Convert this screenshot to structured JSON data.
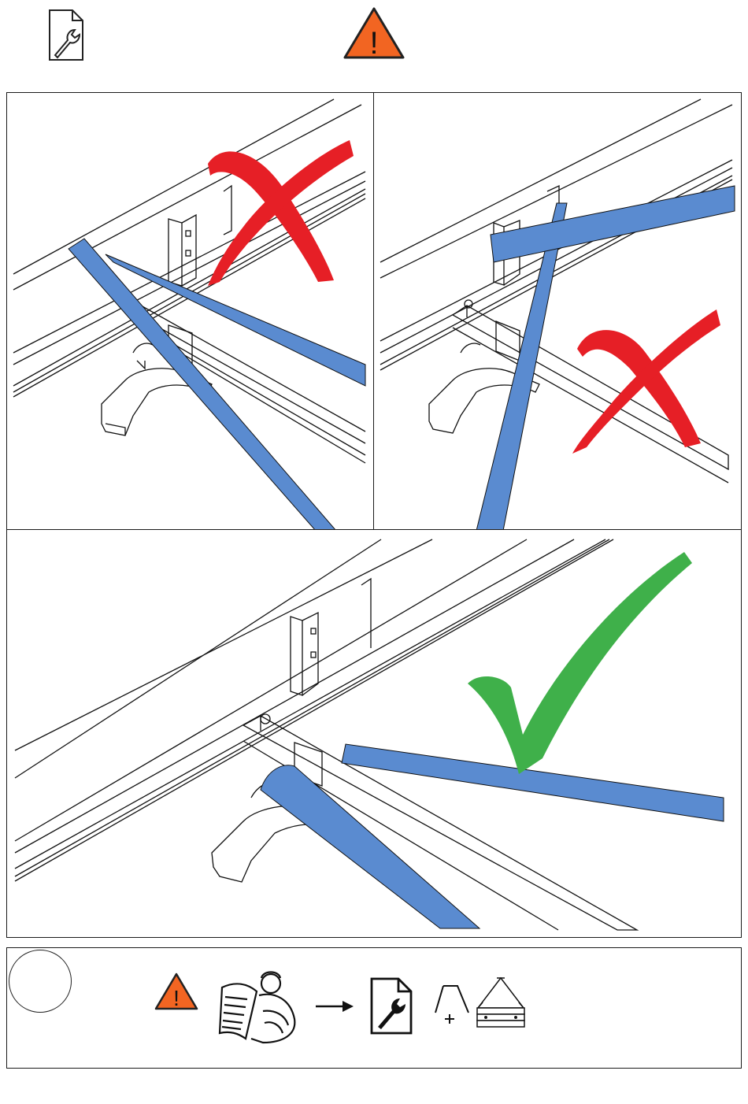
{
  "header": {
    "manual_icon": "service-manual-icon",
    "warning_icon": "warning-triangle-icon",
    "warning_mark": "!"
  },
  "panels": [
    {
      "id": "panel-incorrect-1",
      "verdict": "incorrect",
      "mark_icon": "red-cross-icon"
    },
    {
      "id": "panel-incorrect-2",
      "verdict": "incorrect",
      "mark_icon": "red-cross-icon"
    },
    {
      "id": "panel-correct",
      "verdict": "correct",
      "mark_icon": "green-check-icon"
    }
  ],
  "footer": {
    "step_circle": "",
    "warning_mark": "!",
    "sequence_icons": [
      "warning-triangle-icon",
      "read-manual-icon",
      "arrow-right-icon",
      "service-manual-icon",
      "lifting-tool-icon",
      "clamp-tool-icon"
    ]
  },
  "colors": {
    "strap_blue": "#5a8bd0",
    "cross_red": "#e61f26",
    "check_green": "#3fb04a",
    "warning_orange": "#f26522"
  }
}
